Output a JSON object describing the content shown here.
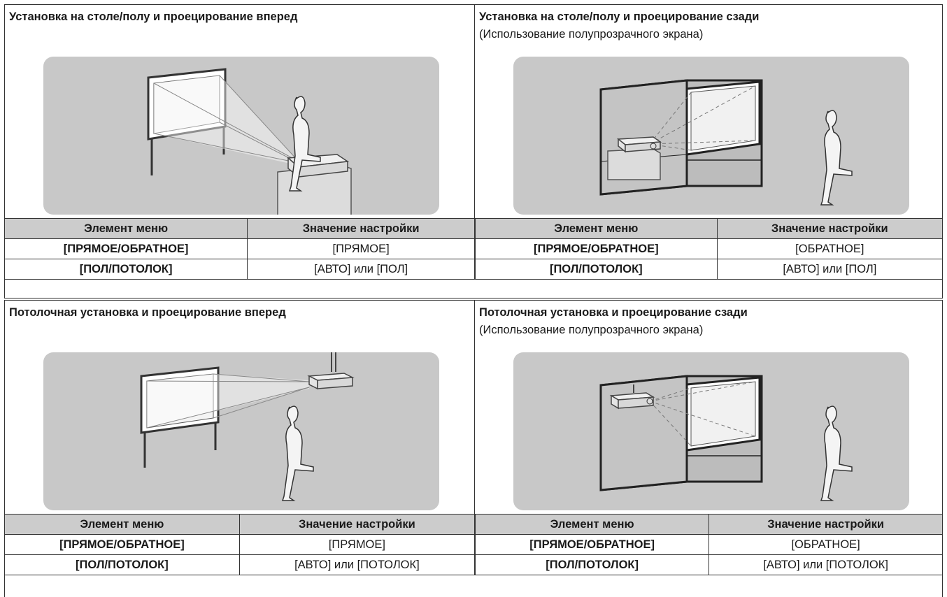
{
  "sections": [
    {
      "panels": [
        {
          "title": "Установка на столе/полу и проецирование вперед",
          "subtitle": "",
          "headers": [
            "Элемент меню",
            "Значение настройки"
          ],
          "rows": [
            {
              "item": "[ПРЯМОЕ/ОБРАТНОЕ]",
              "value": "[ПРЯМОЕ]"
            },
            {
              "item": "[ПОЛ/ПОТОЛОК]",
              "value": "[АВТО] или [ПОЛ]"
            }
          ]
        },
        {
          "title": "Установка на столе/полу и проецирование сзади",
          "subtitle": "(Использование полупрозрачного экрана)",
          "headers": [
            "Элемент меню",
            "Значение настройки"
          ],
          "rows": [
            {
              "item": "[ПРЯМОЕ/ОБРАТНОЕ]",
              "value": "[ОБРАТНОЕ]"
            },
            {
              "item": "[ПОЛ/ПОТОЛОК]",
              "value": "[АВТО] или [ПОЛ]"
            }
          ]
        }
      ]
    },
    {
      "panels": [
        {
          "title": "Потолочная установка и проецирование вперед",
          "subtitle": "",
          "headers": [
            "Элемент меню",
            "Значение настройки"
          ],
          "rows": [
            {
              "item": "[ПРЯМОЕ/ОБРАТНОЕ]",
              "value": "[ПРЯМОЕ]"
            },
            {
              "item": "[ПОЛ/ПОТОЛОК]",
              "value": "[АВТО] или [ПОТОЛОК]"
            }
          ]
        },
        {
          "title": "Потолочная установка и проецирование сзади",
          "subtitle": "(Использование полупрозрачного экрана)",
          "headers": [
            "Элемент меню",
            "Значение настройки"
          ],
          "rows": [
            {
              "item": "[ПРЯМОЕ/ОБРАТНОЕ]",
              "value": "[ОБРАТНОЕ]"
            },
            {
              "item": "[ПОЛ/ПОТОЛОК]",
              "value": "[АВТО] или [ПОТОЛОК]"
            }
          ]
        }
      ]
    }
  ],
  "colors": {
    "illustration_bg": "#c8c8c8",
    "table_header_bg": "#cccccc",
    "border": "#333333"
  }
}
